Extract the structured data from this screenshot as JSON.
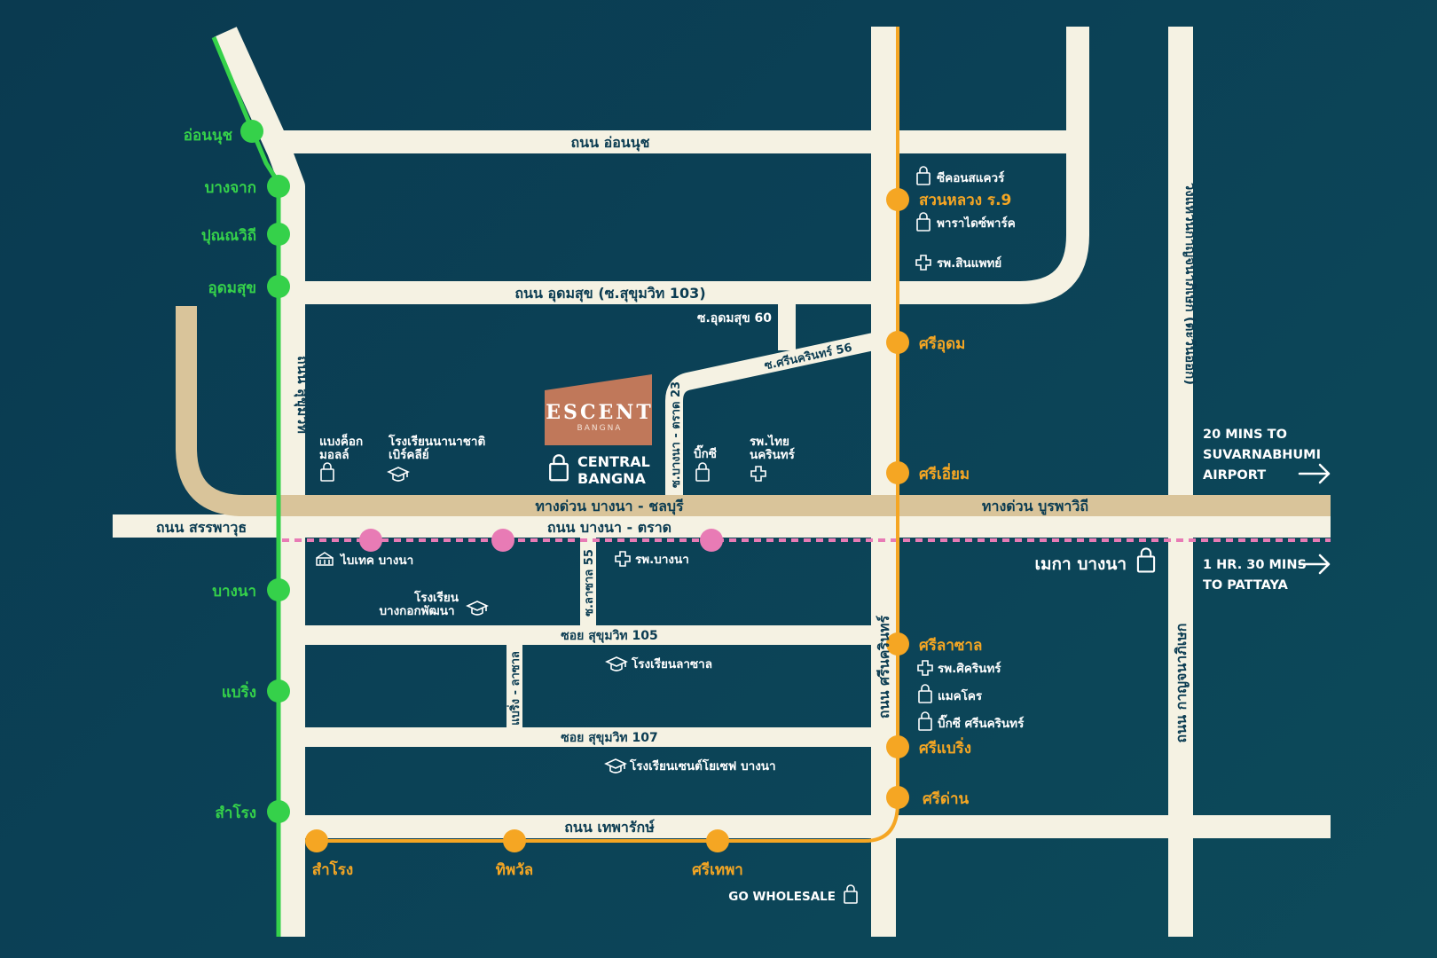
{
  "colors": {
    "background": "#0b4156",
    "road": "#f5f2e3",
    "expressway": "#d9c49a",
    "green_line": "#35d14a",
    "yellow_line": "#f5a623",
    "pink_line": "#e87bb5",
    "project_logo": "#c0785a"
  },
  "project": {
    "name": "ESCENT",
    "sub": "BANGNA"
  },
  "roads": {
    "onnut": "ถนน อ่อนนุช",
    "udomsuk": "ถนน อุดมสุข (ซ.สุขุมวิท 103)",
    "udomsuk60": "ซ.อุดมสุข 60",
    "srinakarin56": "ซ.ศรีนครินทร์ 56",
    "bangna_trat23": "ซ.บางนา - ตราด 23",
    "sukhumvit": "ถนน สุขุมวิท",
    "expressway_bangna": "ทางด่วน บางนา - ชลบุรี",
    "expressway_burapha": "ทางด่วน บูรพาวิถี",
    "sanphawut": "ถนน สรรพาวุธ",
    "bangna_trat": "ถนน บางนา - ตราด",
    "lasalle55": "ซ.ลาซาล 55",
    "soi105": "ซอย สุขุมวิท 105",
    "baering_lasalle": "แบริ่ง - ลาซาล",
    "soi107": "ซอย สุขุมวิท 107",
    "theparak": "ถนน เทพารักษ์",
    "srinakarin": "ถนน ศรีนครินทร์",
    "outer_ring": "วงแหวนกาญจนาภิเษก (ตะวันออก)",
    "kanchana": "ถนน กาญจนาภิเษก"
  },
  "green_stations": [
    "อ่อนนุช",
    "บางจาก",
    "ปุณณวิถี",
    "อุดมสุข",
    "บางนา",
    "แบริ่ง",
    "สำโรง"
  ],
  "yellow_stations": {
    "vertical": [
      "สวนหลวง ร.9",
      "ศรีอุดม",
      "ศรีเอี่ยม",
      "ศรีลาซาล",
      "ศรีแบริ่ง",
      "ศรีด่าน"
    ],
    "bottom": [
      "สำโรง",
      "ทิพวัล",
      "ศรีเทพา"
    ]
  },
  "pois": {
    "seacon": "ซีคอนสแควร์",
    "paradise": "พาราไดซ์พาร์ค",
    "sinphaet": "รพ.สินแพทย์",
    "bangkok_mall": "แบงค็อก\nมอลล์",
    "berkeley": "โรงเรียนนานาชาติ\nเบิร์คลีย์",
    "central": "CENTRAL\nBANGNA",
    "bigc": "บิ๊กซี",
    "thai_nakarin": "รพ.ไทย\nนครินทร์",
    "bitec": "ไบเทค บางนา",
    "bangna_hosp": "รพ.บางนา",
    "mega": "เมกา บางนา",
    "bkk_patana": "โรงเรียน\nบางกอกพัฒนา",
    "lasalle_school": "โรงเรียนลาซาล",
    "sikarin": "รพ.ศิครินทร์",
    "makro": "แมคโคร",
    "bigc_srinakarin": "บิ๊กซี ศรีนครินทร์",
    "st_joseph": "โรงเรียนเซนต์โยเซฟ บางนา",
    "go_wholesale": "GO WHOLESALE"
  },
  "travel": {
    "airport": "20 MINS TO\nSUVARNABHUMI\nAIRPORT",
    "pattaya": "1 HR. 30 MINS\nTO PATTAYA"
  },
  "icons": [
    "shop-icon",
    "school-icon",
    "hospital-icon",
    "expo-icon",
    "arrow-right-icon"
  ]
}
